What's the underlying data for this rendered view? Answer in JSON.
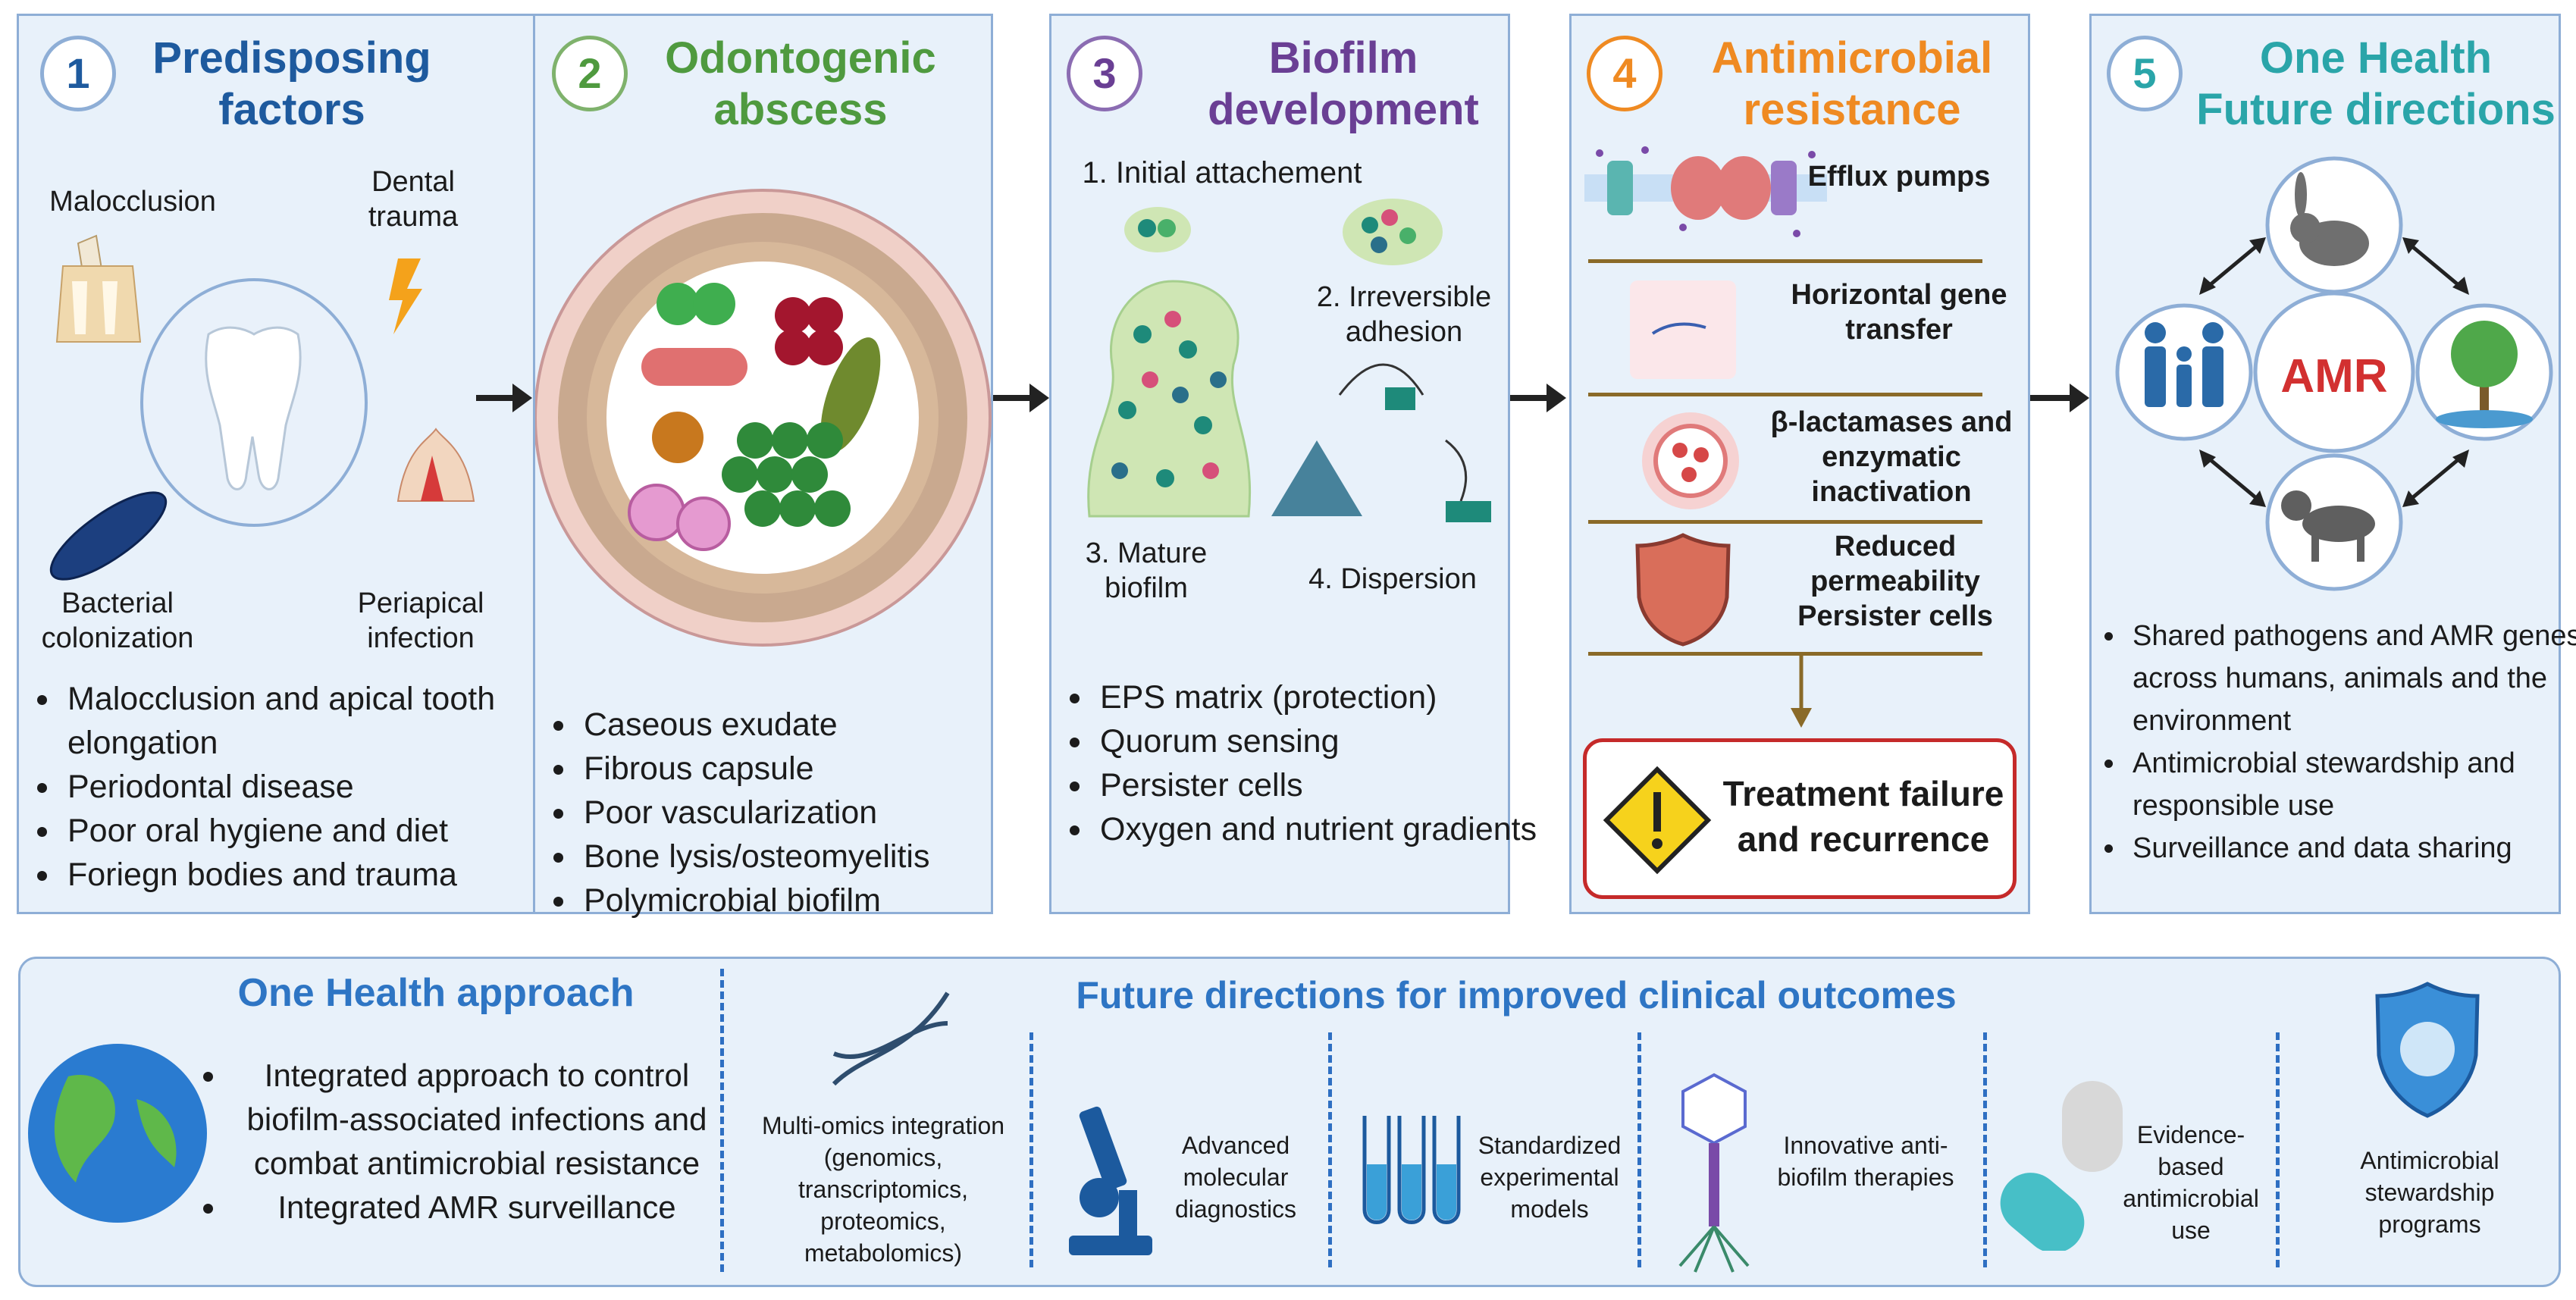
{
  "colors": {
    "panel1": "#1e5a9e",
    "panel2": "#4f9a3f",
    "panel3": "#6a3f94",
    "panel4": "#ef8a22",
    "panel5": "#2aa5a9",
    "amr": "#d23030",
    "bottom_blue": "#2e75c4",
    "panel_bg": "#e8f1fa",
    "border": "#8eaed6"
  },
  "panels": [
    {
      "number": "1",
      "title": "Predisposing factors",
      "labels": {
        "malocclusion": "Malocclusion",
        "dental_trauma": "Dental trauma",
        "bacterial": "Bacterial colonization",
        "periapical": "Periapical infection"
      },
      "bullets": [
        "Malocclusion and apical tooth elongation",
        "Periodontal disease",
        "Poor oral hygiene and diet",
        "Foriegn bodies and trauma"
      ]
    },
    {
      "number": "2",
      "title": "Odontogenic abscess",
      "bullets": [
        "Caseous exudate",
        "Fibrous capsule",
        "Poor vascularization",
        "Bone lysis/osteomyelitis",
        "Polymicrobial biofilm"
      ]
    },
    {
      "number": "3",
      "title": "Biofilm development",
      "stages": {
        "initial": "1.  Initial attachement",
        "irreversible": "2. Irreversible adhesion",
        "mature": "3. Mature biofilm",
        "dispersion": "4. Dispersion"
      },
      "bullets": [
        "EPS matrix (protection)",
        "Quorum sensing",
        "Persister cells",
        "Oxygen and nutrient gradients"
      ]
    },
    {
      "number": "4",
      "title": "Antimicrobial resistance",
      "mechanisms": [
        "Efflux pumps",
        "Horizontal gene transfer",
        "β-lactamases and enzymatic inactivation",
        "Reduced permeability Persister cells"
      ],
      "outcome": "Treatment failure and recurrence"
    },
    {
      "number": "5",
      "title": "One Health Future directions",
      "center": "AMR",
      "bullets": [
        "Shared pathogens and AMR genes across humans, animals and the environment",
        "Antimicrobial stewardship and responsible use",
        "Surveillance and data sharing"
      ]
    }
  ],
  "bottom": {
    "one_health_title": "One Health approach",
    "one_health_bullets": [
      "Integrated approach to control biofilm-associated infections and combat antimicrobial resistance",
      "Integrated AMR surveillance"
    ],
    "future_title": "Future directions for improved clinical outcomes",
    "items": [
      "Multi-omics integration (genomics, transcriptomics, proteomics, metabolomics)",
      "Advanced molecular diagnostics",
      "Standardized experimental models",
      "Innovative anti-biofilm therapies",
      "Evidence-based antimicrobial use",
      "Antimicrobial stewardship programs"
    ]
  }
}
